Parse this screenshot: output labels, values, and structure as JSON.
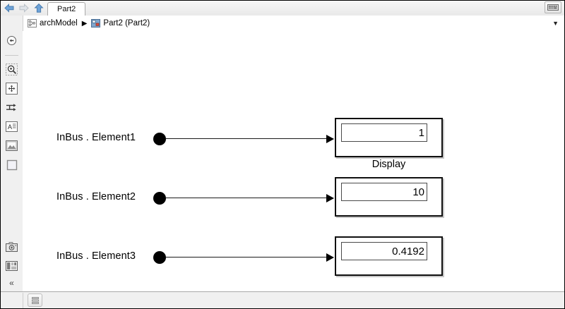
{
  "window": {
    "tabs": [
      {
        "label": "Part2"
      }
    ],
    "keyboard_button": "keyboard-icon",
    "nav": {
      "back": "back-arrow-icon",
      "forward": "forward-arrow-icon",
      "up": "up-arrow-icon"
    }
  },
  "breadcrumb": {
    "home_icon": "model-icon",
    "items": [
      {
        "label": "archModel",
        "icon": "model-icon"
      },
      {
        "label": "Part2 (Part2)",
        "icon": "subsystem-icon"
      }
    ],
    "separator": "▶",
    "caret": "▼"
  },
  "toolbar": {
    "items": [
      {
        "name": "navigate-back-circle-icon",
        "title": "Back"
      },
      {
        "name": "zoom-in-icon",
        "title": "Zoom In"
      },
      {
        "name": "fit-to-view-icon",
        "title": "Fit To View"
      },
      {
        "name": "signal-routing-icon",
        "title": "Signal Routing"
      },
      {
        "name": "annotation-icon",
        "title": "Annotation"
      },
      {
        "name": "image-icon",
        "title": "Image"
      },
      {
        "name": "area-icon",
        "title": "Area"
      }
    ],
    "bottom_items": [
      {
        "name": "camera-icon",
        "title": "Camera"
      },
      {
        "name": "layout-icon",
        "title": "Layout"
      }
    ],
    "collapse": "«"
  },
  "canvas": {
    "signals": [
      {
        "label": "InBus . Element1",
        "port": "signal-port",
        "value": "1",
        "caption": "Display"
      },
      {
        "label": "InBus . Element2",
        "port": "signal-port",
        "value": "10",
        "caption": ""
      },
      {
        "label": "InBus . Element3",
        "port": "signal-port",
        "value": "0.4192",
        "caption": ""
      }
    ]
  },
  "statusbar": {
    "button": "stack-icon"
  },
  "colors": {
    "canvas_bg": "#ffffff",
    "chrome_bg": "#f0f0f0",
    "block_border": "#101010",
    "wire": "#1a1a1a",
    "nav_arrow": "#5b8fc9"
  }
}
